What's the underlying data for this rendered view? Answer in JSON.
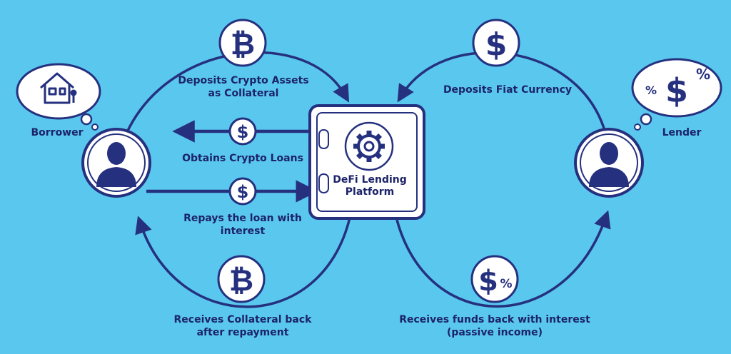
{
  "colors": {
    "background": "#5ac8ee",
    "primary": "#25307f",
    "text": "#1c2369",
    "coin_fill": "#ffffff",
    "vault_fill": "#ffffff"
  },
  "platform": {
    "line1": "DeFi Lending",
    "line2": "Platform",
    "icon": "gear-icon"
  },
  "borrower": {
    "label": "Borrower",
    "icon": "person-icon",
    "thought_icon": "house-icon"
  },
  "lender": {
    "label": "Lender",
    "icon": "person-icon",
    "thought_glyph": "$",
    "thought_percent": "%"
  },
  "steps": {
    "deposits_collateral": {
      "line1": "Deposits Crypto Assets",
      "line2": "as Collateral",
      "glyph": "₿",
      "icon": "bitcoin-icon"
    },
    "obtains_loans": {
      "line1": "Obtains Crypto Loans",
      "glyph": "$",
      "icon": "dollar-icon"
    },
    "repays_loan": {
      "line1": "Repays the loan with",
      "line2": "interest",
      "glyph": "$",
      "icon": "dollar-icon"
    },
    "receives_collateral": {
      "line1": "Receives Collateral back",
      "line2": "after repayment",
      "glyph": "₿",
      "icon": "bitcoin-icon"
    },
    "deposits_fiat": {
      "line1": "Deposits Fiat Currency",
      "glyph": "$",
      "icon": "dollar-icon"
    },
    "receives_funds": {
      "line1": "Receives funds back with interest",
      "line2": "(passive income)",
      "glyph": "$",
      "percent": "%",
      "icon": "dollar-percent-icon"
    }
  }
}
